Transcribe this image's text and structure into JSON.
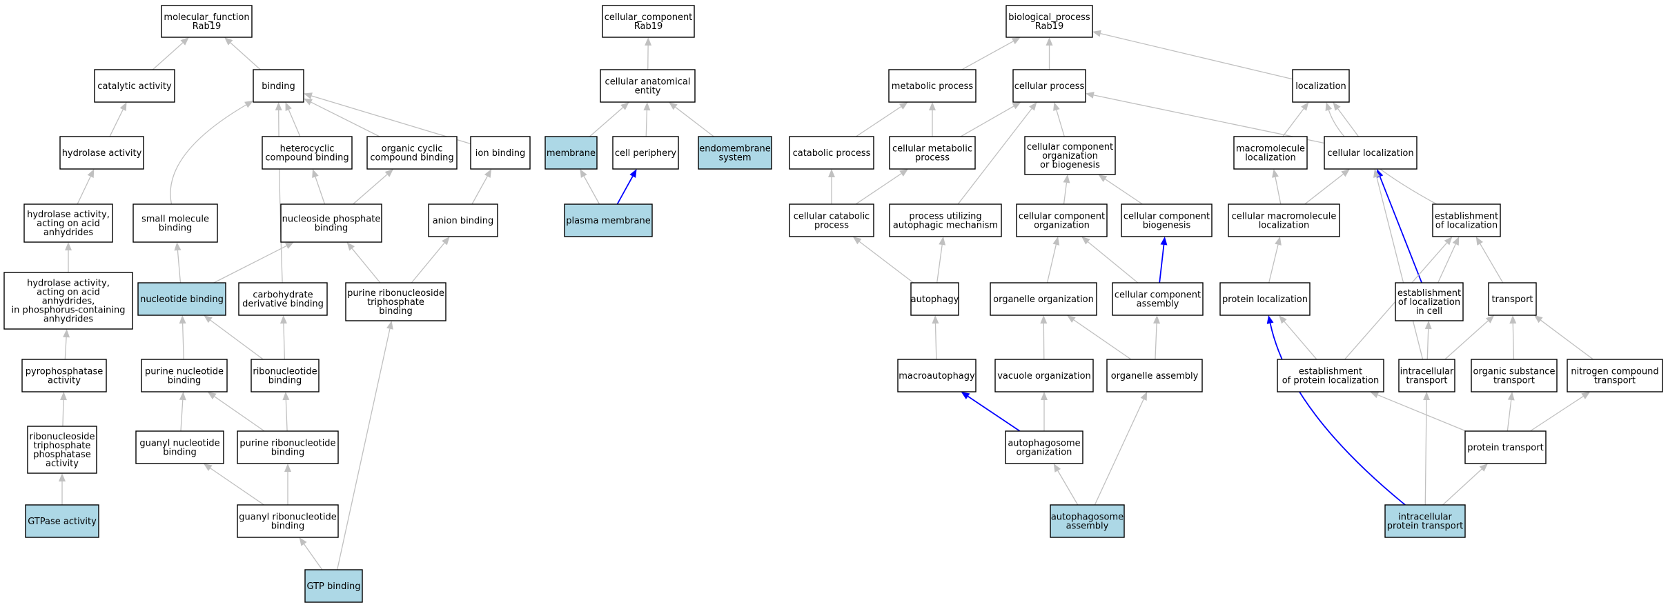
{
  "colors": {
    "highlight": "#add8e6",
    "edge": "#c0c0c0",
    "blue_edge": "#0000ff"
  },
  "nodes": {
    "mf_root": {
      "lines": [
        "molecular_function",
        "Rab19"
      ]
    },
    "catalytic": {
      "lines": [
        "catalytic activity"
      ]
    },
    "binding": {
      "lines": [
        "binding"
      ]
    },
    "hydrolase": {
      "lines": [
        "hydrolase activity"
      ]
    },
    "hydro_anh": {
      "lines": [
        "hydrolase activity,",
        "acting on acid",
        "anhydrides"
      ]
    },
    "hydro_p": {
      "lines": [
        "hydrolase activity,",
        "acting on acid",
        "anhydrides,",
        "in phosphorus-containing",
        "anhydrides"
      ]
    },
    "pyrophos": {
      "lines": [
        "pyrophosphatase",
        "activity"
      ]
    },
    "ntpase": {
      "lines": [
        "ribonucleoside",
        "triphosphate",
        "phosphatase",
        "activity"
      ]
    },
    "gtpase": {
      "lines": [
        "GTPase activity"
      ]
    },
    "hetero": {
      "lines": [
        "heterocyclic",
        "compound binding"
      ]
    },
    "orgcyc": {
      "lines": [
        "organic cyclic",
        "compound binding"
      ]
    },
    "ionb": {
      "lines": [
        "ion binding"
      ]
    },
    "smallmol": {
      "lines": [
        "small molecule",
        "binding"
      ]
    },
    "nucphos": {
      "lines": [
        "nucleoside phosphate",
        "binding"
      ]
    },
    "anion": {
      "lines": [
        "anion binding"
      ]
    },
    "nucleotide": {
      "lines": [
        "nucleotide binding"
      ]
    },
    "carbo": {
      "lines": [
        "carbohydrate",
        "derivative binding"
      ]
    },
    "prntp": {
      "lines": [
        "purine ribonucleoside",
        "triphosphate",
        "binding"
      ]
    },
    "purnuc": {
      "lines": [
        "purine nucleotide",
        "binding"
      ]
    },
    "ribonuc": {
      "lines": [
        "ribonucleotide",
        "binding"
      ]
    },
    "guanyl": {
      "lines": [
        "guanyl nucleotide",
        "binding"
      ]
    },
    "purribo": {
      "lines": [
        "purine ribonucleotide",
        "binding"
      ]
    },
    "guanribo": {
      "lines": [
        "guanyl ribonucleotide",
        "binding"
      ]
    },
    "gtpb": {
      "lines": [
        "GTP binding"
      ]
    },
    "cc_root": {
      "lines": [
        "cellular_component",
        "Rab19"
      ]
    },
    "anat": {
      "lines": [
        "cellular anatomical",
        "entity"
      ]
    },
    "membrane": {
      "lines": [
        "membrane"
      ]
    },
    "periphery": {
      "lines": [
        "cell periphery"
      ]
    },
    "endomem": {
      "lines": [
        "endomembrane",
        "system"
      ]
    },
    "plasma": {
      "lines": [
        "plasma membrane"
      ]
    },
    "bp_root": {
      "lines": [
        "biological_process",
        "Rab19"
      ]
    },
    "metab": {
      "lines": [
        "metabolic process"
      ]
    },
    "cellproc": {
      "lines": [
        "cellular process"
      ]
    },
    "local": {
      "lines": [
        "localization"
      ]
    },
    "catab": {
      "lines": [
        "catabolic process"
      ]
    },
    "cellmetab": {
      "lines": [
        "cellular metabolic",
        "process"
      ]
    },
    "ccob": {
      "lines": [
        "cellular component",
        "organization",
        "or biogenesis"
      ]
    },
    "macroloc": {
      "lines": [
        "macromolecule",
        "localization"
      ]
    },
    "cellloc": {
      "lines": [
        "cellular localization"
      ]
    },
    "cellcatab": {
      "lines": [
        "cellular catabolic",
        "process"
      ]
    },
    "autophmech": {
      "lines": [
        "process utilizing",
        "autophagic mechanism"
      ]
    },
    "ccorg": {
      "lines": [
        "cellular component",
        "organization"
      ]
    },
    "ccbio": {
      "lines": [
        "cellular component",
        "biogenesis"
      ]
    },
    "cellmacroloc": {
      "lines": [
        "cellular macromolecule",
        "localization"
      ]
    },
    "estloc": {
      "lines": [
        "establishment",
        "of localization"
      ]
    },
    "autophagy": {
      "lines": [
        "autophagy"
      ]
    },
    "organorg": {
      "lines": [
        "organelle organization"
      ]
    },
    "ccasm": {
      "lines": [
        "cellular component",
        "assembly"
      ]
    },
    "protloc": {
      "lines": [
        "protein localization"
      ]
    },
    "estloccell": {
      "lines": [
        "establishment",
        "of localization",
        "in cell"
      ]
    },
    "transport": {
      "lines": [
        "transport"
      ]
    },
    "macroaut": {
      "lines": [
        "macroautophagy"
      ]
    },
    "vacorg": {
      "lines": [
        "vacuole organization"
      ]
    },
    "orgasm": {
      "lines": [
        "organelle assembly"
      ]
    },
    "estprotloc": {
      "lines": [
        "establishment",
        "of protein localization"
      ]
    },
    "intratrans": {
      "lines": [
        "intracellular",
        "transport"
      ]
    },
    "orgsub": {
      "lines": [
        "organic substance",
        "transport"
      ]
    },
    "nitro": {
      "lines": [
        "nitrogen compound",
        "transport"
      ]
    },
    "autorg": {
      "lines": [
        "autophagosome",
        "organization"
      ]
    },
    "prottrans": {
      "lines": [
        "protein transport"
      ]
    },
    "autasm": {
      "lines": [
        "autophagosome",
        "assembly"
      ]
    },
    "intraprot": {
      "lines": [
        "intracellular",
        "protein transport"
      ]
    }
  }
}
